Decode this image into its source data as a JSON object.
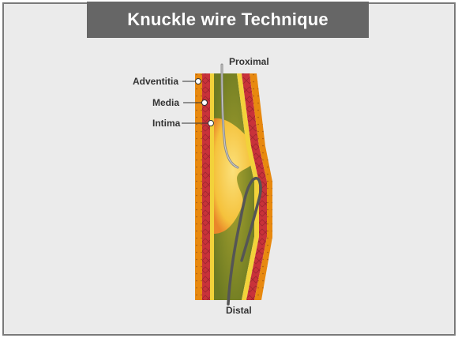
{
  "title": "Knuckle wire Technique",
  "labels": {
    "adventitia": "Adventitia",
    "media": "Media",
    "intima": "Intima",
    "proximal": "Proximal",
    "distal": "Distal"
  },
  "colors": {
    "title_bg": "#666666",
    "panel_bg": "#ebebeb",
    "adventitia": "#e8890f",
    "media": "#c8323a",
    "intima": "#f2d23a",
    "lumen": "#7f8a28",
    "plaque": "#f7c94a",
    "wire": "#666666"
  }
}
